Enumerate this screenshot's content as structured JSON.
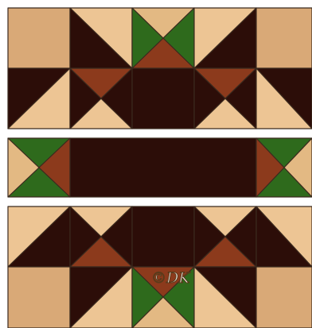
{
  "image": {
    "subject": "quilt-blocks",
    "panels": [
      "top-block",
      "middle-sashing-strip",
      "bottom-block"
    ]
  },
  "colors": {
    "tan": "#e3b983",
    "light_tan": "#edc594",
    "dark_brown": "#2c0d08",
    "rust": "#8c3a1c",
    "green": "#2e6a1c",
    "outline": "#3b2a1e",
    "gutter": "#ffffff"
  },
  "watermark": {
    "text": "©DK",
    "fill": "#ffffff",
    "outline": "#5a3a1a"
  }
}
